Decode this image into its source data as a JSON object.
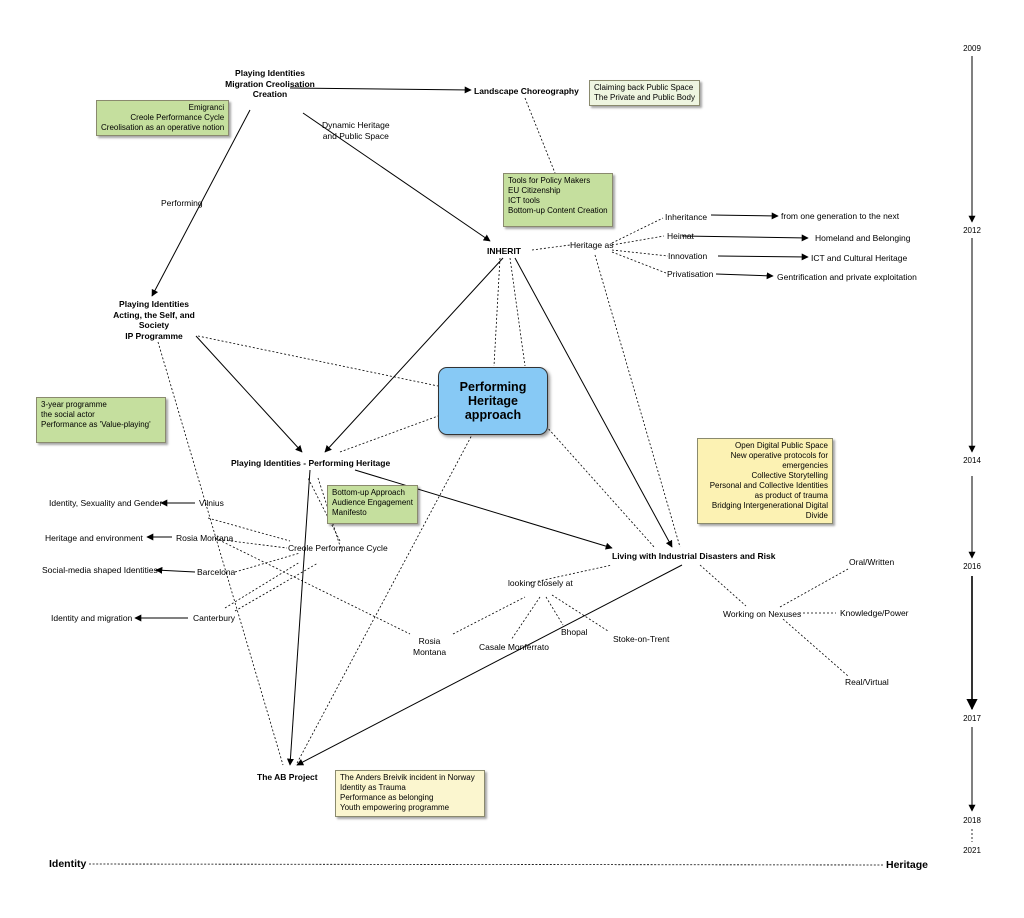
{
  "nodes": {
    "pi_migration": "Playing Identities\nMigration Creolisation\nCreation",
    "landscape": "Landscape Choreography",
    "dynamic": "Dynamic Heritage\nand Public Space",
    "performing": "Performing",
    "inherit": "INHERIT",
    "heritage_as": "Heritage as",
    "inheritance": "Inheritance",
    "inheritance_t": "from one generation to the next",
    "heimat": "Heimat",
    "heimat_t": "Homeland and Belonging",
    "innovation": "Innovation",
    "innovation_t": "ICT and Cultural Heritage",
    "privatisation": "Privatisation",
    "privatisation_t": "Gentrification and private exploitation",
    "pi_acting": "Playing Identities\nActing, the Self, and\nSociety\nIP Programme",
    "center": "Performing\nHeritage\napproach",
    "pi_ph": "Playing Identities - Performing Heritage",
    "vilnius": "Vilnius",
    "vilnius_t": "Identity, Sexuality and Gender",
    "rosia": "Rosia Montana",
    "rosia_t": "Heritage and environment",
    "barcelona": "Barcelona",
    "barcelona_t": "Social-media shaped Identities",
    "canterbury": "Canterbury",
    "canterbury_t": "Identity and migration",
    "creole": "Creole Performance Cycle",
    "living": "Living with Industrial Disasters and Risk",
    "looking": "looking closely at",
    "rosia2": "Rosia\nMontana",
    "casale": "Casale Monferrato",
    "bhopal": "Bhopal",
    "stoke": "Stoke-on-Trent",
    "nexuses": "Working on Nexuses",
    "oral": "Oral/Written",
    "knowledge": "Knowledge/Power",
    "real": "Real/Virtual",
    "ab": "The AB Project"
  },
  "boxes": {
    "emigranci": "Emigranci\nCreole Performance Cycle\nCreolisation as an operative notion",
    "claiming": "Claiming back Public Space\nThe Private and Public Body",
    "tools": "Tools for Policy Makers\nEU Citizenship\nICT tools\nBottom-up Content Creation",
    "three_year": "3-year programme\nthe social actor\nPerformance as 'Value-playing'",
    "bottom_up": "Bottom-up Approach\nAudience Engagement\nManifesto",
    "open_digital": "Open Digital Public Space\nNew operative protocols for\nemergencies\nCollective Storytelling\nPersonal and Collective Identities\nas product of trauma\nBridging Intergenerational Digital\nDivide",
    "anders": "The Anders Breivik incident in Norway\nIdentity as Trauma\nPerformance as belonging\nYouth empowering programme"
  },
  "timeline": [
    "2009",
    "2012",
    "2014",
    "2016",
    "2017",
    "2018",
    "2021"
  ],
  "axis": {
    "left": "Identity",
    "right": "Heritage"
  },
  "colors": {
    "green_box": "#c5df9e",
    "pale_green_box": "#eef5e0",
    "cream_box": "#fbf6cf",
    "yellow_box": "#fcf2b3",
    "center_node": "#87c9f5"
  }
}
